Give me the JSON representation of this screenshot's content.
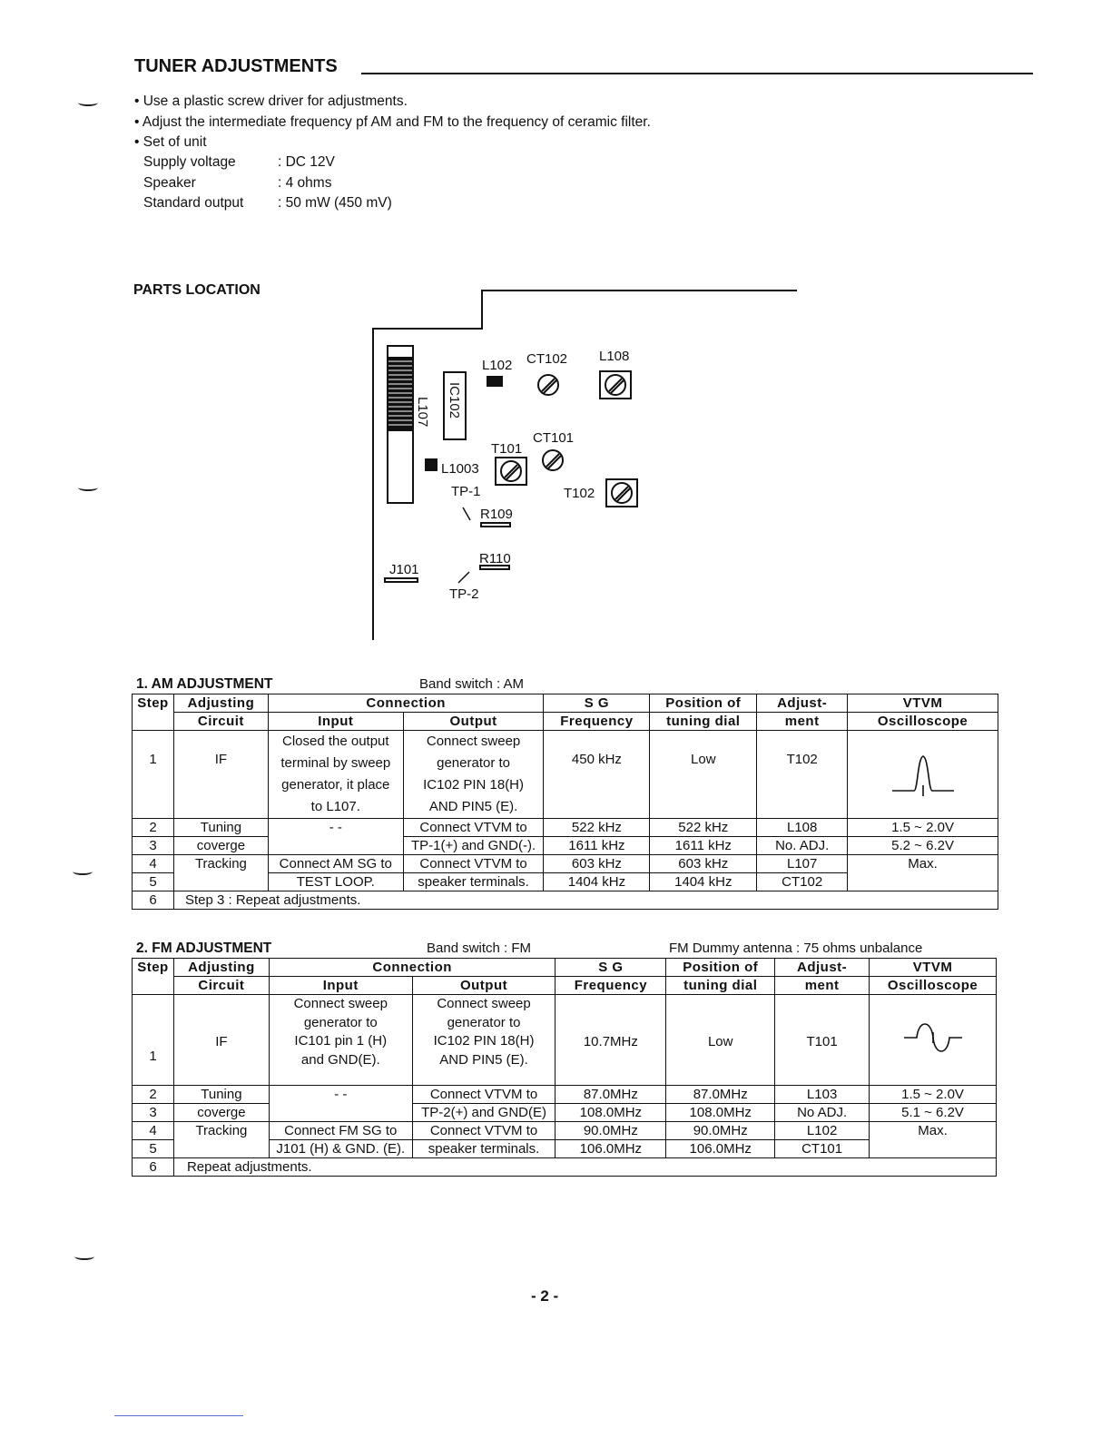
{
  "header": {
    "title": "TUNER ADJUSTMENTS"
  },
  "bullets": [
    "• Use a plastic screw driver for adjustments.",
    "• Adjust the intermediate frequency pf AM and FM to the frequency of ceramic filter.",
    "• Set of unit"
  ],
  "specs": [
    {
      "label": "Supply voltage",
      "value": ": DC 12V"
    },
    {
      "label": "Speaker",
      "value": ": 4 ohms"
    },
    {
      "label": "Standard output",
      "value": ": 50 mW (450 mV)"
    }
  ],
  "parts": {
    "title": "PARTS LOCATION",
    "labels": {
      "l102": "L102",
      "ct102": "CT102",
      "l108": "L108",
      "l107": "L107",
      "ic102": "IC102",
      "t101": "T101",
      "ct101": "CT101",
      "l1003": "L1003",
      "tp1": "TP-1",
      "t102": "T102",
      "r109": "R109",
      "r110": "R110",
      "j101": "J101",
      "tp2": "TP-2"
    }
  },
  "am": {
    "title": "1.  AM  ADJUSTMENT",
    "band": "Band switch : AM",
    "headers": {
      "step": "Step",
      "adj1": "Adjusting",
      "adj2": "Circuit",
      "conn": "Connection",
      "input": "Input",
      "output": "Output",
      "sg1": "S G",
      "sg2": "Frequency",
      "pos1": "Position  of",
      "pos2": "tuning  dial",
      "am1": "Adjust-",
      "am2": "ment",
      "v1": "VTVM",
      "v2": "Oscilloscope"
    },
    "r1": {
      "step": "1",
      "circuit": "IF",
      "input": [
        "Closed the output",
        "terminal by sweep",
        "generator, it place",
        "to L107."
      ],
      "output": [
        "Connect sweep",
        "generator to",
        "IC102 PIN 18(H)",
        "AND PIN5  (E)."
      ],
      "sg": "450 kHz",
      "pos": "Low",
      "adj": "T102"
    },
    "r2": {
      "step": "2",
      "circuit": "Tuning",
      "input": "- -",
      "output": "Connect VTVM to",
      "sg": "522 kHz",
      "pos": "522 kHz",
      "adj": "L108",
      "vtvm": "1.5 ~ 2.0V"
    },
    "r3": {
      "step": "3",
      "circuit": "coverge",
      "output": "TP-1(+) and GND(-).",
      "sg": "1611 kHz",
      "pos": "1611 kHz",
      "adj": "No. ADJ.",
      "vtvm": "5.2 ~ 6.2V"
    },
    "r4": {
      "step": "4",
      "circuit": "Tracking",
      "input": "Connect AM SG to",
      "output": "Connect VTVM to",
      "sg": "603 kHz",
      "pos": "603 kHz",
      "adj": "L107",
      "vtvm": "Max."
    },
    "r5": {
      "step": "5",
      "input": "TEST LOOP.",
      "output": "speaker terminals.",
      "sg": "1404 kHz",
      "pos": "1404 kHz",
      "adj": "CT102"
    },
    "r6": {
      "step": "6",
      "text": "Step 3 : Repeat adjustments."
    }
  },
  "fm": {
    "title": "2.  FM  ADJUSTMENT",
    "band": "Band switch : FM",
    "antenna": "FM Dummy antenna : 75 ohms unbalance",
    "headers": {
      "step": "Step",
      "adj1": "Adjusting",
      "adj2": "Circuit",
      "conn": "Connection",
      "input": "Input",
      "output": "Output",
      "sg1": "S G",
      "sg2": "Frequency",
      "pos1": "Position  of",
      "pos2": "tuning  dial",
      "am1": "Adjust-",
      "am2": "ment",
      "v1": "VTVM",
      "v2": "Oscilloscope"
    },
    "r1": {
      "step": "1",
      "circuit": "IF",
      "input": [
        "Connect sweep",
        "generator to",
        "IC101 pin 1 (H)",
        "and GND(E)."
      ],
      "output": [
        "Connect sweep",
        "generator to",
        "IC102 PIN 18(H)",
        "AND PIN5  (E)."
      ],
      "sg": "10.7MHz",
      "pos": "Low",
      "adj": "T101"
    },
    "r2": {
      "step": "2",
      "circuit": "Tuning",
      "input": "- -",
      "output": "Connect VTVM to",
      "sg": "87.0MHz",
      "pos": "87.0MHz",
      "adj": "L103",
      "vtvm": "1.5 ~ 2.0V"
    },
    "r3": {
      "step": "3",
      "circuit": "coverge",
      "output": "TP-2(+) and GND(E)",
      "sg": "108.0MHz",
      "pos": "108.0MHz",
      "adj": "No ADJ.",
      "vtvm": "5.1 ~ 6.2V"
    },
    "r4": {
      "step": "4",
      "circuit": "Tracking",
      "input": "Connect FM SG to",
      "output": "Connect VTVM to",
      "sg": "90.0MHz",
      "pos": "90.0MHz",
      "adj": "L102",
      "vtvm": "Max."
    },
    "r5": {
      "step": "5",
      "input": "J101 (H) & GND. (E).",
      "output": "speaker terminals.",
      "sg": "106.0MHz",
      "pos": "106.0MHz",
      "adj": "CT101"
    },
    "r6": {
      "step": "6",
      "text": "Repeat adjustments."
    }
  },
  "footer": {
    "page": "- 2 -"
  }
}
